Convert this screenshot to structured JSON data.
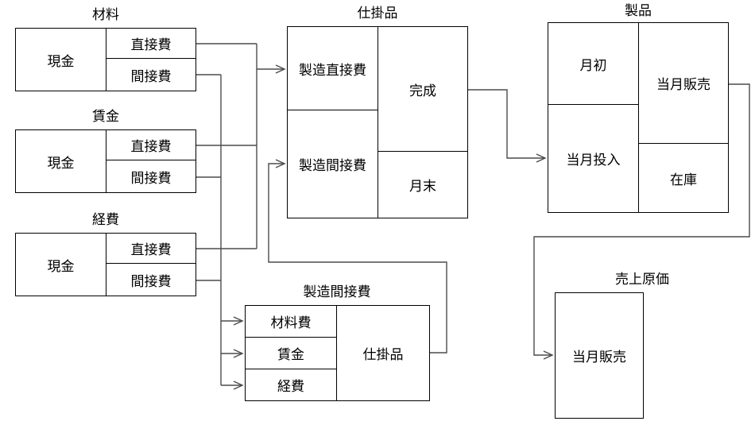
{
  "accounts": {
    "materials": {
      "title": "材料",
      "debit": "現金",
      "credit_rows": [
        "直接費",
        "間接費"
      ]
    },
    "wages": {
      "title": "賃金",
      "debit": "現金",
      "credit_rows": [
        "直接費",
        "間接費"
      ]
    },
    "expenses": {
      "title": "経費",
      "debit": "現金",
      "credit_rows": [
        "直接費",
        "間接費"
      ]
    },
    "work_in_process": {
      "title": "仕掛品",
      "debit_rows": [
        "製造直接費",
        "製造間接費"
      ],
      "credit_rows": [
        "完成",
        "月末"
      ]
    },
    "finished_goods": {
      "title": "製品",
      "debit_rows": [
        "月初",
        "当月投入"
      ],
      "credit_rows": [
        "当月販売",
        "在庫"
      ]
    },
    "manufacturing_overhead": {
      "title": "製造間接費",
      "debit_rows": [
        "材料費",
        "賃金",
        "経費"
      ],
      "credit": "仕掛品"
    },
    "cost_of_goods_sold": {
      "title": "売上原価",
      "label": "当月販売"
    }
  },
  "colors": {
    "border": "#000000",
    "connector": "#4c4c4c",
    "text": "#000000",
    "background": "#ffffff"
  }
}
